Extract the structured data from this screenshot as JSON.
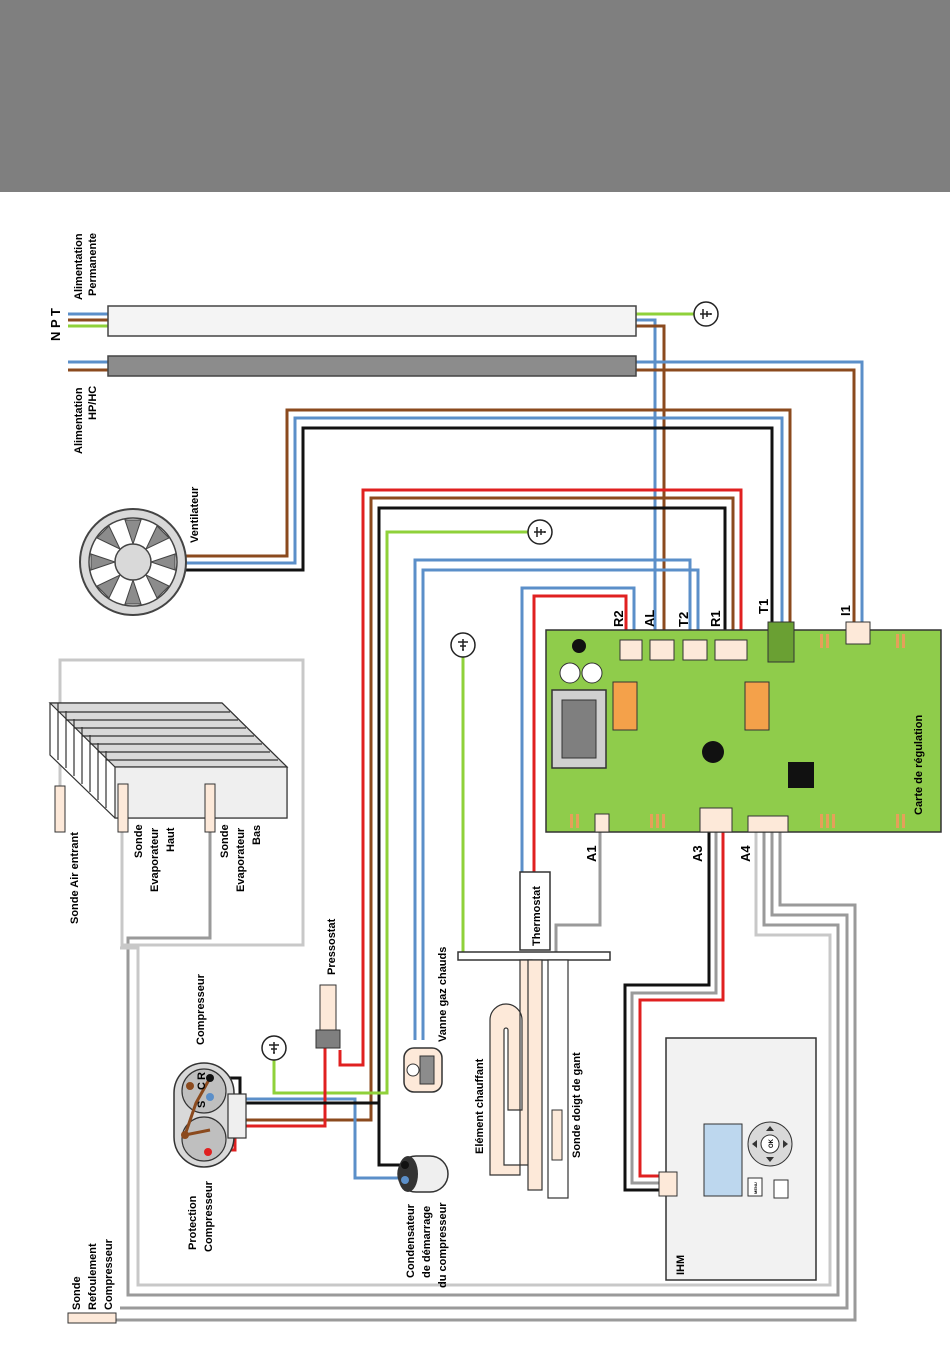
{
  "header": {
    "color": "#7f7f7f"
  },
  "colors": {
    "neutral_wire": "#5b8fc9",
    "phase_wire": "#8b4a1e",
    "earth_wire": "#8fd13a",
    "red_wire": "#e02020",
    "black_wire": "#111111",
    "grey_wire": "#9a9a9a",
    "board": "#8fcc4b",
    "terminal": "#fde9d9",
    "relay": "#f4a14a"
  },
  "labels": {
    "alim_perm_1": "Alimentation",
    "alim_perm_2": "Permanente",
    "npt": "N P T",
    "alim_hphc_1": "Alimentation",
    "alim_hphc_2": "HP/HC",
    "ventilateur": "Ventilateur",
    "sonde_air": "Sonde Air entrant",
    "sonde_evap_haut": [
      "Sonde",
      "Evaporateur",
      "Haut"
    ],
    "sonde_evap_bas": [
      "Sonde",
      "Evaporateur",
      "Bas"
    ],
    "pressostat": "Pressostat",
    "compresseur": "Compresseur",
    "protection": [
      "Protection",
      "Compresseur"
    ],
    "condensateur": [
      "Condensateur",
      "de démarrage",
      "du compresseur"
    ],
    "vanne": "Vanne gaz chauds",
    "thermostat": "Thermostat",
    "element": "Elément chauffant",
    "sonde_doigt": "Sonde doigt de gant",
    "carte": "Carte de régulation",
    "ihm": "IHM",
    "sonde_refoulement": [
      "Sonde",
      "Refoulement",
      "Compresseur"
    ],
    "ok": "OK",
    "menu": "MENU",
    "crs": [
      "C",
      "R",
      "S"
    ]
  },
  "connectors": {
    "top": [
      "R2",
      "AL",
      "T2",
      "R1",
      "T1",
      "I1"
    ],
    "bottom": [
      "A1",
      "A3",
      "A4"
    ]
  }
}
